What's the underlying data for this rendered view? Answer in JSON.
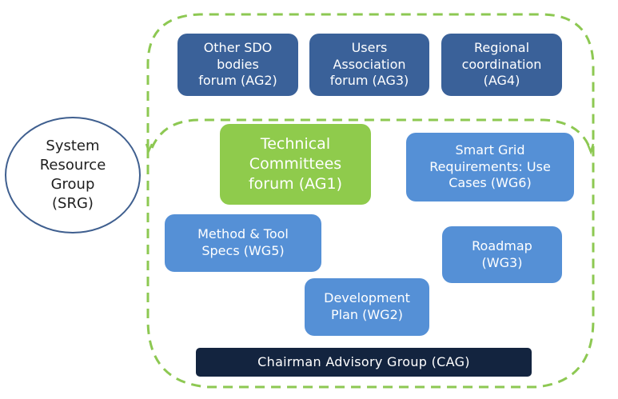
{
  "diagram": {
    "srg": {
      "label": "System\nResource\nGroup\n(SRG)"
    },
    "advisory_groups": [
      {
        "id": "AG2",
        "label": "Other SDO\nbodies\nforum  (AG2)"
      },
      {
        "id": "AG3",
        "label": "Users\nAssociation\nforum (AG3)"
      },
      {
        "id": "AG4",
        "label": "Regional\ncoordination\n(AG4)"
      }
    ],
    "technical_committees": {
      "id": "AG1",
      "label": "Technical\nCommittees\nforum (AG1)"
    },
    "working_groups": [
      {
        "id": "WG6",
        "label": "Smart Grid\nRequirements: Use\nCases (WG6)"
      },
      {
        "id": "WG5",
        "label": "Method & Tool\nSpecs (WG5)"
      },
      {
        "id": "WG3",
        "label": "Roadmap\n(WG3)"
      },
      {
        "id": "WG2",
        "label": "Development\nPlan (WG2)"
      }
    ],
    "cag": {
      "label": "Chairman Advisory Group  (CAG)"
    },
    "colors": {
      "dashed_line": "#8dc852",
      "advisory_box": "#3a6199",
      "working_group_box": "#5590d6",
      "technical_box": "#8fcb4c",
      "cag_box": "#13243f",
      "srg_border": "#3f5f8f"
    }
  }
}
